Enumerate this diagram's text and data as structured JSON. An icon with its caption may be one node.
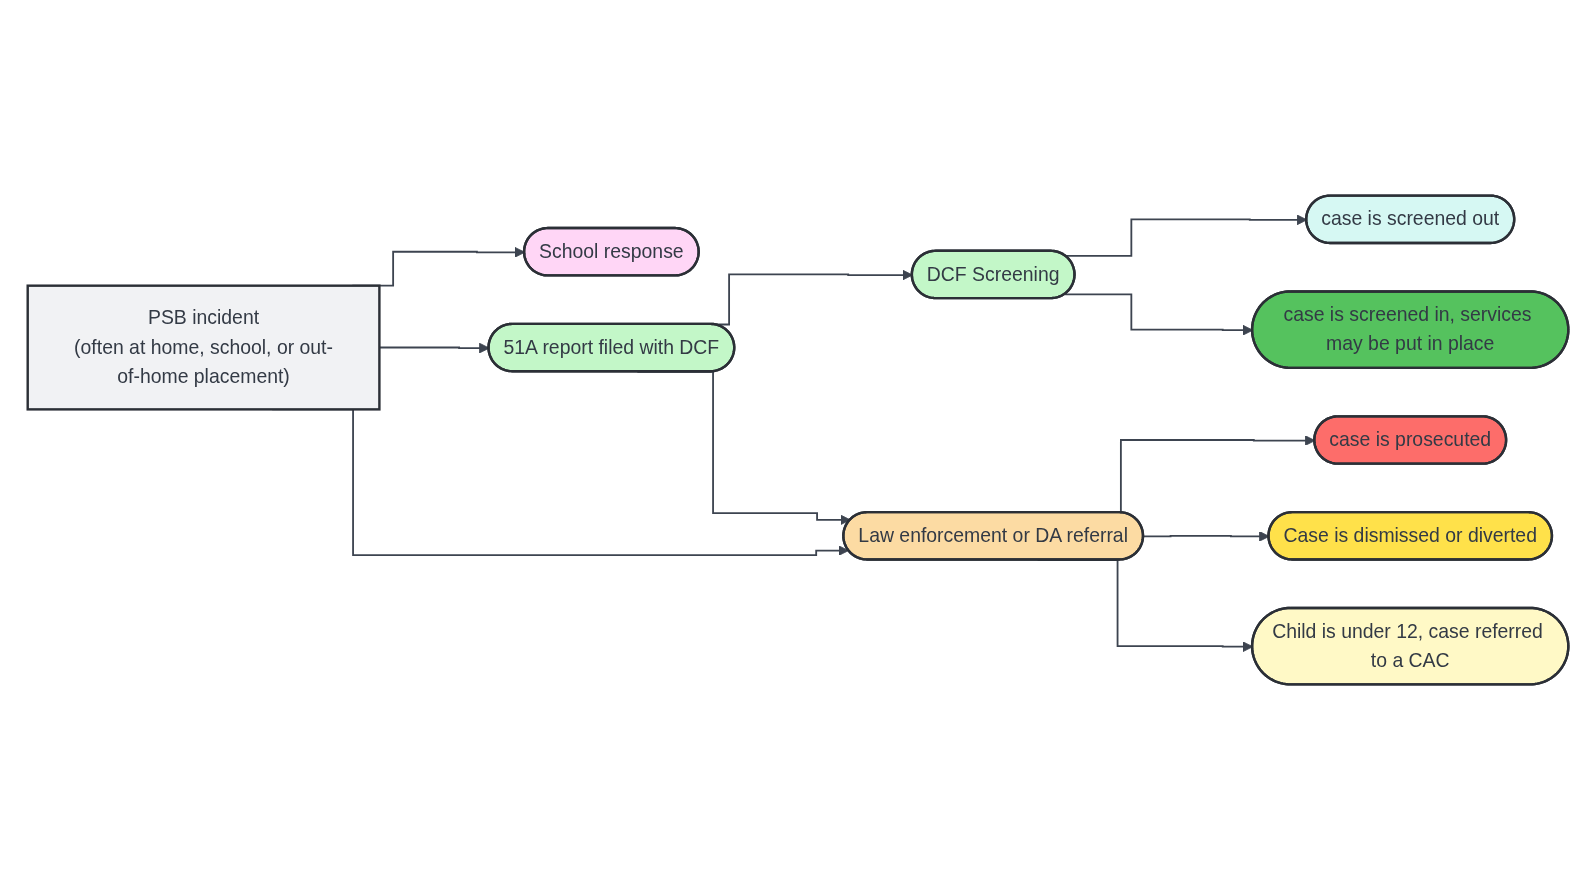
{
  "diagram": {
    "nodes": [
      {
        "text": [
          "PSB incident",
          "(often at home, school, or out-of-home placement)"
        ]
      },
      {
        "text": [
          "School response"
        ]
      },
      {
        "text": [
          "DCF Screening"
        ]
      },
      {
        "text": [
          "case is screened out"
        ]
      },
      {
        "text": [
          "case is screened in, services may be put in place"
        ]
      },
      {
        "text": [
          "51A report filed with DCF"
        ]
      },
      {
        "text": [
          "Law enforcement or DA referral"
        ]
      },
      {
        "text": [
          "case is prosecuted"
        ]
      },
      {
        "text": [
          "Case is dismissed or diverted"
        ]
      },
      {
        "text": [
          "Child is under 12, case referred to a CAC"
        ]
      }
    ],
    "edges": [
      {
        "from": 0,
        "to": 1,
        "arrow": "to"
      },
      {
        "from": 0,
        "to": 5,
        "arrow": "to"
      },
      {
        "from": 0,
        "to": 6,
        "arrow": "to"
      },
      {
        "from": 5,
        "to": 2,
        "arrow": "to"
      },
      {
        "from": 5,
        "to": 6,
        "arrow": "to"
      },
      {
        "from": 2,
        "to": 3,
        "arrow": "to"
      },
      {
        "from": 2,
        "to": 4,
        "arrow": "to"
      },
      {
        "from": 6,
        "to": 7,
        "arrow": "to"
      },
      {
        "from": 6,
        "to": 8,
        "arrow": "to"
      },
      {
        "from": 6,
        "to": 9,
        "arrow": "to"
      }
    ]
  }
}
